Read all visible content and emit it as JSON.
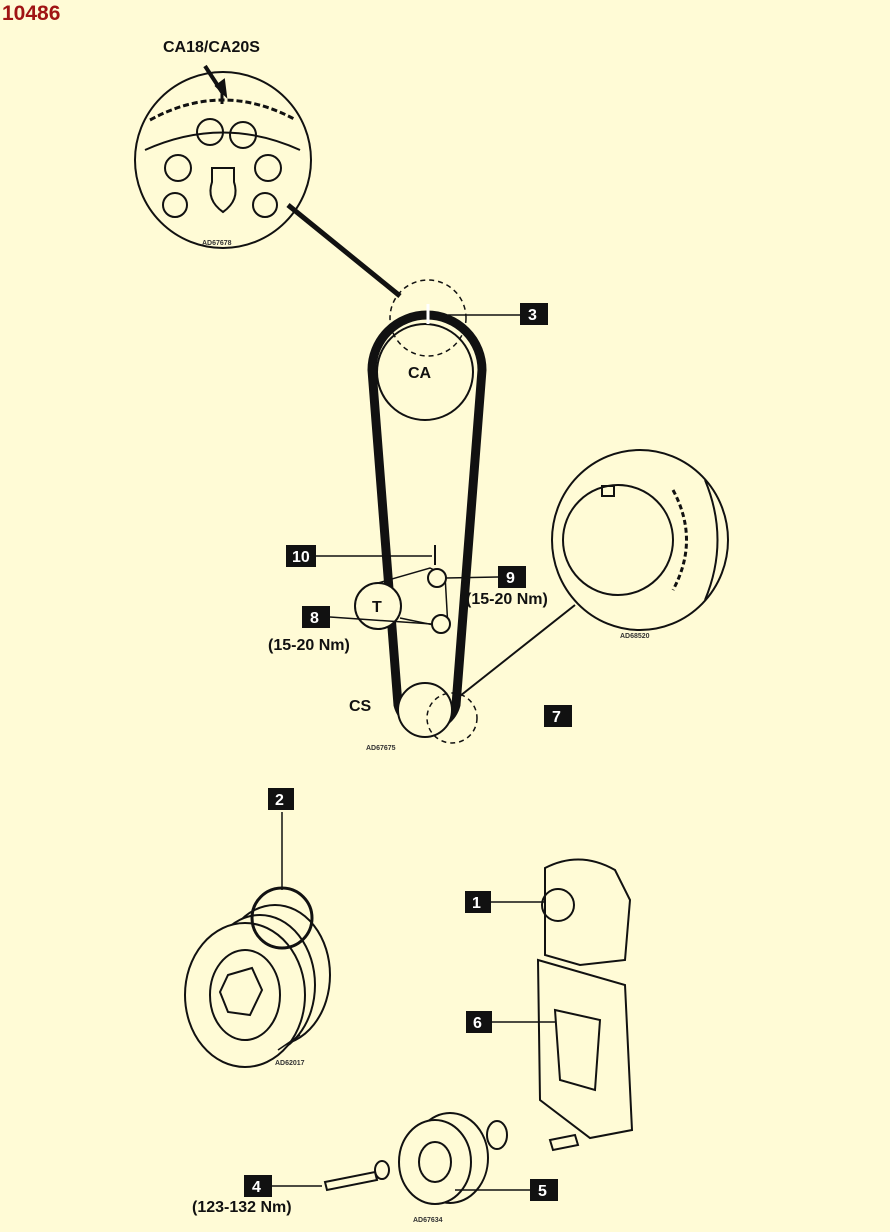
{
  "figure_id": "10486",
  "engine_label": "CA18/CA20S",
  "pulleys": {
    "camshaft": "CA",
    "crankshaft": "CS",
    "tensioner": "T"
  },
  "callouts": [
    "1",
    "2",
    "3",
    "4",
    "5",
    "6",
    "7",
    "8",
    "9",
    "10"
  ],
  "torques": {
    "item9": "(15-20 Nm)",
    "item8": "(15-20 Nm)",
    "item4": "(123-132 Nm)"
  },
  "figure_codes": {
    "cam_detail": "AD67678",
    "crank_detail": "AD68520",
    "belt_layout": "AD67675",
    "crank_pulley": "AD62017",
    "cover_assembly": "AD67634"
  },
  "colors": {
    "background": "#fffbd6",
    "title": "#a01414",
    "ink": "#111111"
  }
}
